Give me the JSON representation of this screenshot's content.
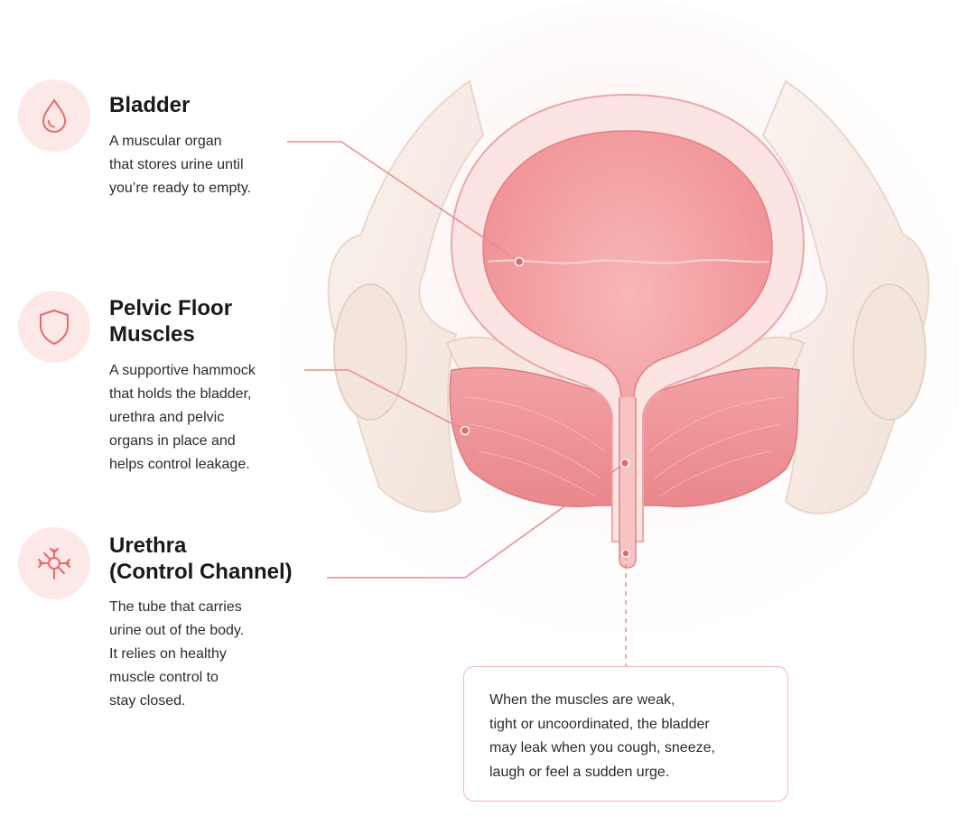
{
  "colors": {
    "accent": "#e8676c",
    "icon_bg": "#fde8e8",
    "tissue": "#f3a3a6",
    "bone": "#f6ece6"
  },
  "sections": [
    {
      "icon": "water-drop-icon",
      "title": "Bladder",
      "description": "A muscular organ\nthat stores urine until\nyou’re ready to empty."
    },
    {
      "icon": "shield-icon",
      "title": "Pelvic Floor\nMuscles",
      "description": "A supportive hammock\nthat holds the bladder,\nurethra and pelvic\norgans in place and\nhelps control leakage."
    },
    {
      "icon": "nerve-cell-icon",
      "title": "Urethra\n(Control Channel)",
      "description": "The tube that carries\nurine out of the body.\nIt relies on healthy\nmuscle control to\nstay closed."
    }
  ],
  "callout": {
    "text": "When the muscles are weak,\ntight or uncoordinated, the bladder\nmay leak when you cough, sneeze,\nlaugh or feel a sudden urge."
  }
}
